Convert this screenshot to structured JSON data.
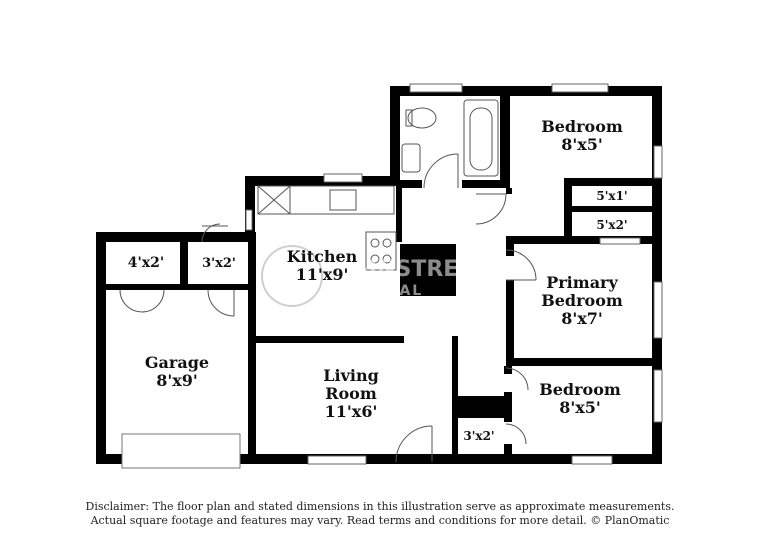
{
  "rooms": {
    "bedroom_top": {
      "name": "Bedroom",
      "dims": "8'x5'"
    },
    "closet_a": {
      "dims": "5'x1'"
    },
    "closet_b": {
      "dims": "5'x2'"
    },
    "primary_bedroom": {
      "name_line1": "Primary",
      "name_line2": "Bedroom",
      "dims": "8'x7'"
    },
    "bedroom_bottom": {
      "name": "Bedroom",
      "dims": "8'x5'"
    },
    "closet_bottom": {
      "dims": "3'x2'"
    },
    "kitchen": {
      "name": "Kitchen",
      "dims": "11'x9'"
    },
    "living_room": {
      "name_line1": "Living",
      "name_line2": "Room",
      "dims": "11'x6'"
    },
    "garage": {
      "name": "Garage",
      "dims": "8'x9'"
    },
    "storage_a": {
      "dims": "4'x2'"
    },
    "storage_b": {
      "dims": "3'x2'"
    }
  },
  "watermark": {
    "brand_main": "MAINSTREET",
    "brand_sub": "RENEWAL"
  },
  "disclaimer": {
    "line1": "Disclaimer: The floor plan and stated dimensions in this illustration serve as approximate measurements.",
    "line2": "Actual square footage and features may vary. Read terms and conditions for more detail. © PlanOmatic"
  },
  "colors": {
    "wall": "#000000",
    "background": "#ffffff",
    "fixture": "#555555"
  }
}
